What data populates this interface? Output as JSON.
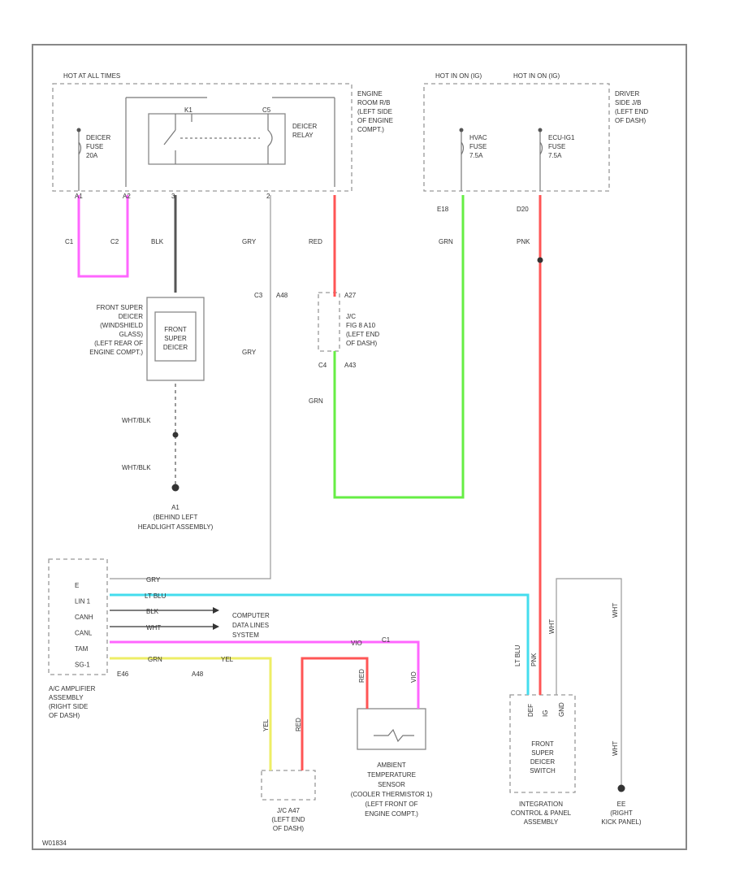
{
  "diagram": {
    "figure_code": "W01834",
    "boxes": {
      "hot_at_all_times": "HOT AT ALL TIMES",
      "hot_in_on_left": "HOT IN ON (IG)",
      "hot_in_on_right": "HOT IN ON (IG)",
      "engine_room_rb": [
        "ENGINE",
        "ROOM R/B",
        "(LEFT SIDE",
        "OF ENGINE",
        "COMPT.)"
      ],
      "driver_side_jb": [
        "DRIVER",
        "SIDE J/B",
        "(LEFT END",
        "OF DASH)"
      ]
    },
    "fuses": {
      "deicer": [
        "DEICER",
        "FUSE",
        "20A"
      ],
      "hvac": [
        "HVAC",
        "FUSE",
        "7.5A"
      ],
      "ecu_ig1": [
        "ECU-IG1",
        "FUSE",
        "7.5A"
      ]
    },
    "relay": [
      "DEICER",
      "RELAY"
    ],
    "connectors": {
      "k1": "K1",
      "c5": "C5",
      "a1": "A1",
      "a2": "A2",
      "e3": "3",
      "e2": "2",
      "e18": "E18",
      "d20": "D20",
      "c1": "C1",
      "c2": "C2",
      "c3": "C3",
      "c4": "C4",
      "a48": "A48",
      "a27": "A27",
      "a43": "A43",
      "jc_a27": "A27",
      "jc_a43": "A43",
      "e46": "E46",
      "a48b": "A48",
      "c1b": "C1"
    },
    "wire_colors": {
      "blk": "BLK",
      "gry": "GRY",
      "red": "RED",
      "grn": "GRN",
      "pnk": "PNK",
      "wht_blk": "WHT/BLK",
      "lt_blu": "LT BLU",
      "wht": "WHT",
      "vio": "VIO",
      "yel": "YEL"
    },
    "components": {
      "front_super_deicer": [
        "FRONT SUPER",
        "DEICER",
        "(WINDSHIELD",
        "GLASS)",
        "(LEFT REAR OF",
        "ENGINE COMPT.)"
      ],
      "deicer_element": [
        "FRONT",
        "SUPER",
        "DEICER"
      ],
      "ground_a1": [
        "A1",
        "(BEHIND LEFT",
        "HEADLIGHT ASSEMBLY)"
      ],
      "jc_junction": [
        "J/C",
        "FIG 8 A10",
        "(LEFT END",
        "OF DASH)"
      ],
      "ac_amplifier": [
        "A/C AMPLIFIER",
        "ASSEMBLY",
        "(RIGHT SIDE",
        "OF DASH)"
      ],
      "ac_amp_pins": [
        "E",
        "LIN 1",
        "CANH",
        "CANL",
        "TAM",
        "SG-1"
      ],
      "computer_data_lines": [
        "COMPUTER",
        "DATA LINES",
        "SYSTEM"
      ],
      "jc_a47": [
        "J/C A47",
        "(LEFT END",
        "OF DASH)"
      ],
      "ambient_sensor": [
        "AMBIENT",
        "TEMPERATURE",
        "SENSOR",
        "(COOLER THERMISTOR 1)",
        "(LEFT FRONT OF",
        "ENGINE COMPT.)"
      ],
      "integration_panel": [
        "INTEGRATION",
        "CONTROL & PANEL",
        "ASSEMBLY"
      ],
      "deicer_switch": [
        "FRONT",
        "SUPER",
        "DEICER",
        "SWITCH"
      ],
      "switch_pins": [
        "DEF",
        "IG",
        "GND"
      ],
      "ground_e": [
        "EE",
        "(RIGHT",
        "KICK PANEL)"
      ]
    },
    "colors": {
      "pink": "#ff66ff",
      "red": "#ff5555",
      "green": "#66ee44",
      "cyan": "#44ddee",
      "yellow": "#eeee66",
      "gray": "#999999",
      "dark": "#555555"
    }
  }
}
